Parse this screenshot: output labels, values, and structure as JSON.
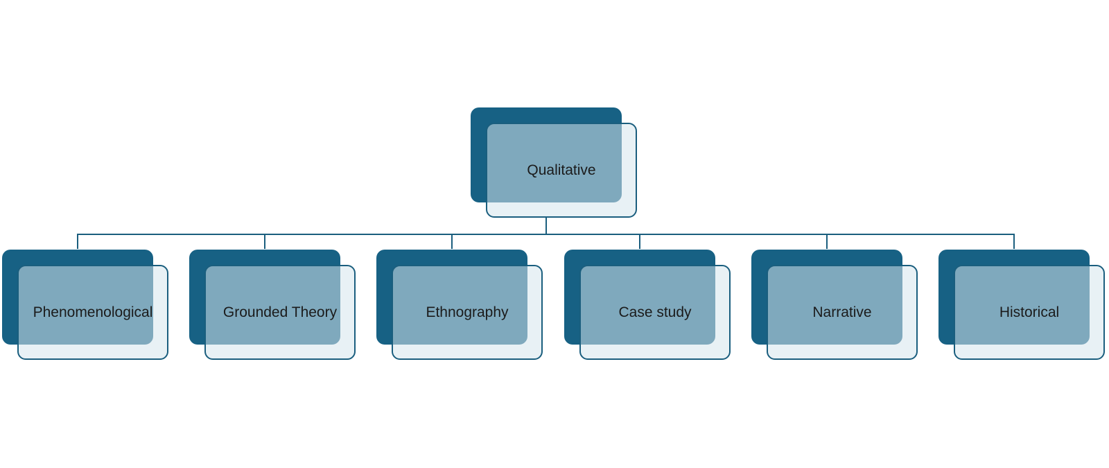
{
  "colors": {
    "dark_box": "#176184",
    "light_box": "rgba(214, 230, 236, 0.55)",
    "connector": "#1a5e7e",
    "text": "#1b1b1b"
  },
  "diagram": {
    "root": {
      "label": "Qualitative"
    },
    "children": [
      {
        "label": "Phenomenological"
      },
      {
        "label": "Grounded Theory"
      },
      {
        "label": "Ethnography"
      },
      {
        "label": "Case study"
      },
      {
        "label": "Narrative"
      },
      {
        "label": "Historical"
      }
    ]
  }
}
